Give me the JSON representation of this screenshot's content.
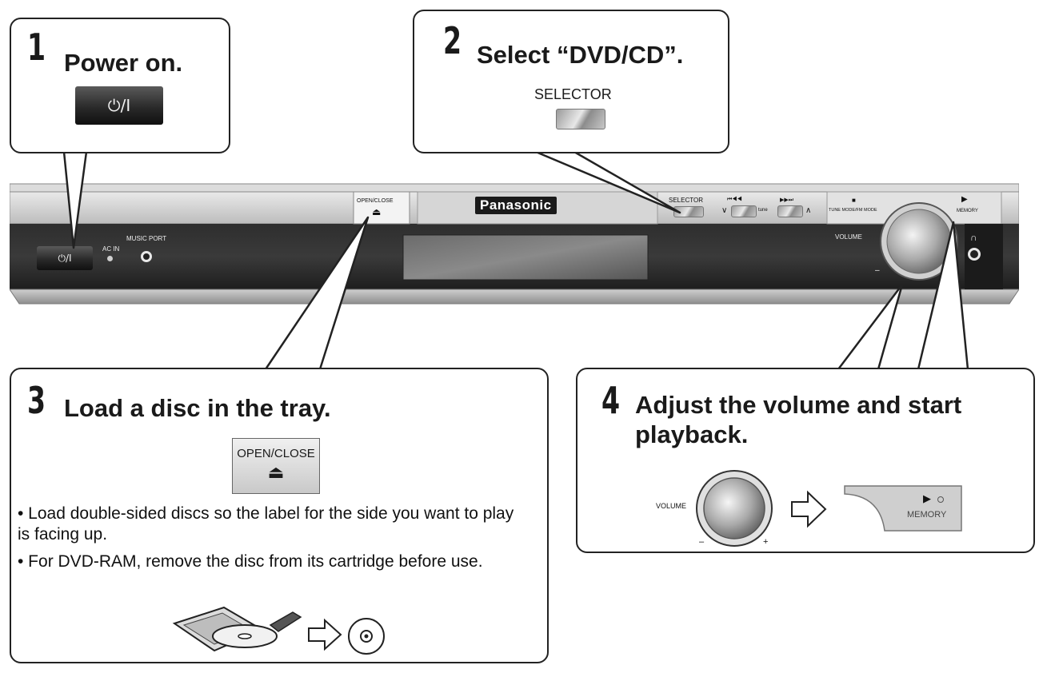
{
  "step1": {
    "number": "1",
    "title": "Power on.",
    "button_label": "⏻/I"
  },
  "step2": {
    "number": "2",
    "title": "Select “DVD/CD”.",
    "selector_label": "SELECTOR"
  },
  "step3": {
    "number": "3",
    "title": "Load a disc in the tray.",
    "button_label": "OPEN/CLOSE",
    "button_symbol": "⏏",
    "bullets": [
      "• Load double-sided discs so the label for the side you want to play is facing up.",
      "• For DVD-RAM, remove the disc from its cartridge before use."
    ]
  },
  "step4": {
    "number": "4",
    "title": "Adjust the volume and start playback.",
    "volume_label": "VOLUME",
    "minus": "–",
    "plus": "+",
    "play_symbol": "▶",
    "memory_label": "MEMORY"
  },
  "device": {
    "brand": "Panasonic",
    "power_label": "⏻/I",
    "ac_in": "AC IN",
    "music_port": "MUSIC PORT",
    "open_close": "OPEN/CLOSE",
    "eject": "⏏",
    "selector": "SELECTOR",
    "prev_symbol": "⏮◀◀",
    "next_symbol": "▶▶⏭",
    "down": "∨",
    "up": "∧",
    "tune": "tune",
    "stop": "■",
    "tune_mode": "TUNE MODE/FM MODE",
    "volume": "VOLUME",
    "minus": "–",
    "plus": "+",
    "play": "▶",
    "memory": "MEMORY",
    "headphone": "∩"
  }
}
